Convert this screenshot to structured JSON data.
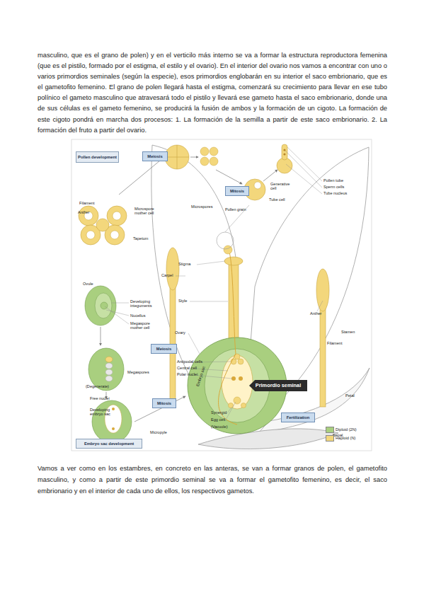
{
  "diagram": {
    "nodes": [
      {
        "text": [
          "Pollen development"
        ]
      },
      {
        "text": [
          "Meiosis"
        ]
      },
      {
        "text": [
          "Mitosis"
        ]
      },
      {
        "text": [
          "Meiosis"
        ]
      },
      {
        "text": [
          "Primordio seminal"
        ]
      },
      {
        "text": [
          "Mitosis"
        ]
      },
      {
        "text": [
          "Fertilization"
        ]
      },
      {
        "text": [
          "Embryo sac development"
        ]
      }
    ],
    "labels": [
      "masculino, que es el grano de polen) y en el verticilo más interno se va a formar la estructura reproductora femenina (que es el pistilo, formado por el estigma, el estilo y el ovario). En el interior del ovario nos vamos a encontrar con uno o varios primordios seminales (según la especie), esos primordios englobarán en su interior el saco embrionario, que es el gametofito femenino. El grano de polen llegará hasta el estigma, comenzará su crecimiento para llevar en ese tubo polínico el gameto masculino que atravesará todo el pistilo y llevará ese gameto hasta el saco embrionario, donde una de sus células es el gameto femenino, se producirá la fusión de ambos y la formación de un cigoto. La formación de este cigoto pondrá en marcha dos procesos: 1. La formación de la semilla a partir de este saco embrionario. 2. La formación del fruto a partir del ovario.",
      "Filament",
      "Anther",
      "Microspore mother cell",
      "Tapetum",
      "Microspores",
      "Generative cell",
      "Tube cell",
      "Pollen grain",
      "Pollen tube",
      "Sperm cells",
      "Tube nucleus",
      "Stigma",
      "Carpel",
      "Style",
      "Ovule",
      "Developing integuments",
      "Nucellus",
      "Megaspore mother cell",
      "Anther",
      "Stamen",
      "Ovary",
      "Filament",
      "Antipodal cells",
      "Central cell",
      "Polar nuclei",
      "Megaspores",
      "Embryo sac",
      "(Degenerate)",
      "Petal",
      "Free nuclei",
      "Developing embryo sac",
      "Synergid",
      "Egg cell",
      "(Vacuole)",
      "Micropyle",
      "Sepal",
      "Vamos a ver como en los estambres, en concreto en las anteras, se van a formar granos de polen, el gametofito masculino, y como a partir de este primordio seminal se va a formar el gametofito femenino, es decir, el saco embrionario y en el interior de cada uno de ellos, los respectivos gametos."
    ],
    "legend": [
      {
        "text": "Diploid (2N)",
        "color": "#a9cf7f"
      },
      {
        "text": "Haploid (N)",
        "color": "#f3d77c"
      }
    ]
  }
}
